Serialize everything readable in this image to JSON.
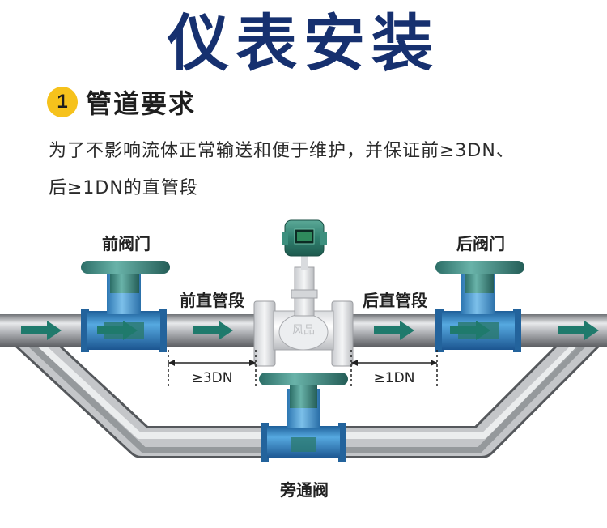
{
  "title": "仪表安装",
  "section": {
    "number": "1",
    "heading": "管道要求"
  },
  "description": {
    "line1": "为了不影响流体正常输送和便于维护，并保证前≥3DN、",
    "line2": "后≥1DN的直管段"
  },
  "diagram": {
    "front_valve": "前阀门",
    "rear_valve": "后阀门",
    "front_straight": "前直管段",
    "rear_straight": "后直管段",
    "front_requirement": "≥3DN",
    "rear_requirement": "≥1DN",
    "bypass_valve": "旁通阀",
    "meter_watermark": "风品"
  },
  "colors": {
    "title": "#16306f",
    "badge": "#f6c21c",
    "valve_blue": "#2f87c8",
    "valve_teal": "#3c8f86",
    "flow_arrow": "#1f7a6c",
    "pipe_gray": "#a9abaf"
  }
}
